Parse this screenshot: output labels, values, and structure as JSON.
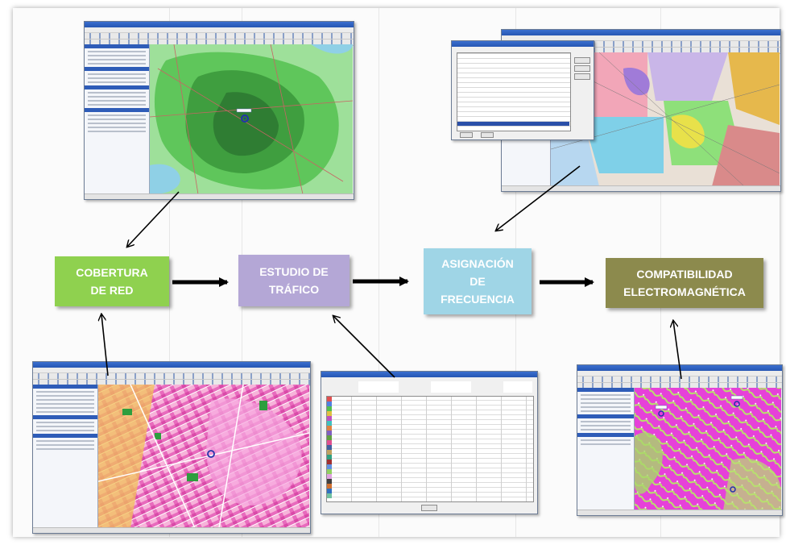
{
  "diagram": {
    "boxes": [
      {
        "id": "cobertura",
        "label": "COBERTURA\nDE RED",
        "color": "#8fd14f"
      },
      {
        "id": "trafico",
        "label": "ESTUDIO DE\nTRÁFICO",
        "color": "#b4a7d6"
      },
      {
        "id": "asignacion",
        "label": "ASIGNACIÓN\nDE\nFRECUENCIA",
        "color": "#9fd5e6"
      },
      {
        "id": "compat",
        "label": "COMPATIBILIDAD\nELECTROMAGNÉTICA",
        "color": "#8c8a4d"
      }
    ],
    "screenshots": [
      {
        "id": "coverage-map-window",
        "map": "green coverage map"
      },
      {
        "id": "frequency-assignment-window",
        "map": "multicolor frequency map with table"
      },
      {
        "id": "urban-coverage-window",
        "map": "pink urban coverage map"
      },
      {
        "id": "traffic-table-window",
        "map": "traffic data table"
      },
      {
        "id": "emc-map-window",
        "map": "magenta and green interference map"
      }
    ]
  },
  "colors": {
    "arrow": "#000000",
    "box_text": "#ffffff",
    "window_title": "#2656b3"
  }
}
